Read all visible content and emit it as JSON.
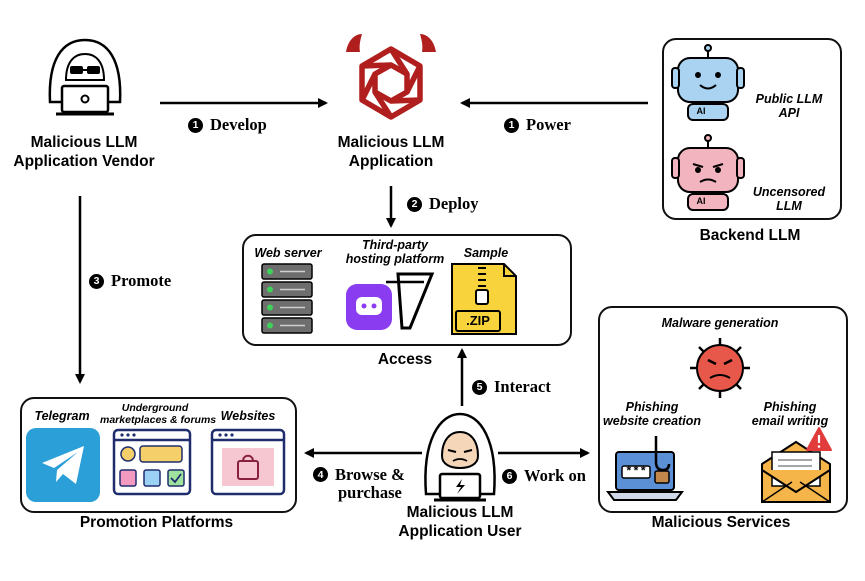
{
  "nodes": {
    "vendor": {
      "line1": "Malicious LLM",
      "line2": "Application Vendor"
    },
    "app": {
      "line1": "Malicious LLM",
      "line2": "Application"
    },
    "user": {
      "line1": "Malicious LLM",
      "line2": "Application User"
    },
    "backend": {
      "title": "Backend LLM",
      "public_line1": "Public LLM",
      "public_line2": "API",
      "uncensored_line1": "Uncensored",
      "uncensored_line2": "LLM",
      "ai_badge": "AI"
    },
    "access": {
      "title": "Access",
      "web_server": "Web server",
      "hosting_line1": "Third-party",
      "hosting_line2": "hosting platform",
      "sample": "Sample",
      "zip": ".ZIP"
    },
    "promotion": {
      "title": "Promotion Platforms",
      "telegram": "Telegram",
      "underground_line1": "Underground",
      "underground_line2": "marketplaces & forums",
      "websites": "Websites"
    },
    "services": {
      "title": "Malicious Services",
      "malware": "Malware generation",
      "phishing_site_line1": "Phishing",
      "phishing_site_line2": "website creation",
      "phishing_email_line1": "Phishing",
      "phishing_email_line2": "email writing",
      "password_mask": "***"
    }
  },
  "edges": {
    "develop": {
      "num": "1",
      "label": "Develop"
    },
    "power": {
      "num": "1",
      "label": "Power"
    },
    "deploy": {
      "num": "2",
      "label": "Deploy"
    },
    "promote": {
      "num": "3",
      "label": "Promote"
    },
    "browse": {
      "num": "4",
      "label_line1": "Browse &",
      "label_line2": "purchase"
    },
    "interact": {
      "num": "5",
      "label": "Interact"
    },
    "work_on": {
      "num": "6",
      "label": "Work on"
    }
  },
  "colors": {
    "logo_red": "#b01e1e",
    "robot_blue": "#a9d3f0",
    "robot_pink": "#f2b4bf",
    "telegram_blue": "#2a9fd8",
    "server_gray": "#6e6e6e",
    "server_green": "#3fd15a",
    "hosting_purple": "#8a3df0",
    "zip_yellow": "#f8d33c",
    "virus_red": "#e8584a",
    "envelope_orange": "#f5b548",
    "warning_red": "#e23b3b"
  }
}
